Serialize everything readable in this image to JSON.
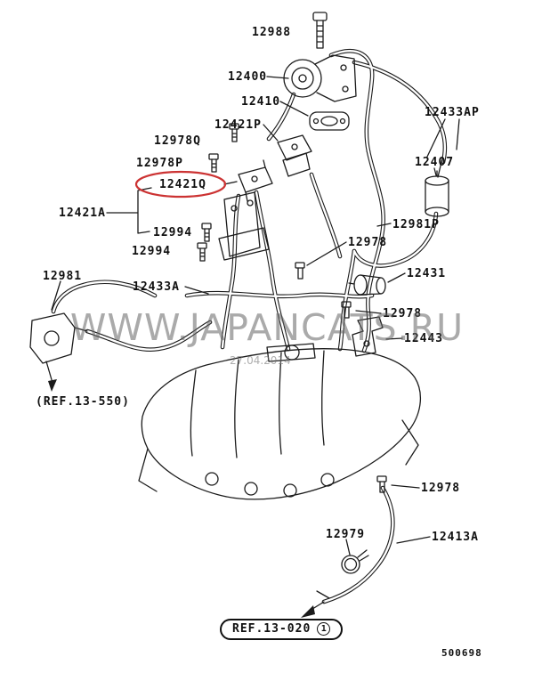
{
  "watermark": {
    "text": "WWW.JAPANCATS.RU",
    "date": "27.04.2014"
  },
  "drawing_code": "500698",
  "highlight": {
    "part": "12421Q",
    "color": "#cc3333"
  },
  "labels": [
    {
      "text": "12988"
    },
    {
      "text": "12400"
    },
    {
      "text": "12410"
    },
    {
      "text": "12421P"
    },
    {
      "text": "12978Q"
    },
    {
      "text": "12978P"
    },
    {
      "text": "12421Q",
      "highlighted": true
    },
    {
      "text": "12421A"
    },
    {
      "text": "12994"
    },
    {
      "text": "12994"
    },
    {
      "text": "12433AP"
    },
    {
      "text": "12407"
    },
    {
      "text": "12981P"
    },
    {
      "text": "12978"
    },
    {
      "text": "12431"
    },
    {
      "text": "12978"
    },
    {
      "text": "12443"
    },
    {
      "text": "12981"
    },
    {
      "text": "12433A"
    },
    {
      "text": "12978"
    },
    {
      "text": "12979"
    },
    {
      "text": "12413A"
    }
  ],
  "references": {
    "upper": "(REF.13-550)",
    "lower": {
      "text": "REF.13-020",
      "badge": "1"
    }
  }
}
